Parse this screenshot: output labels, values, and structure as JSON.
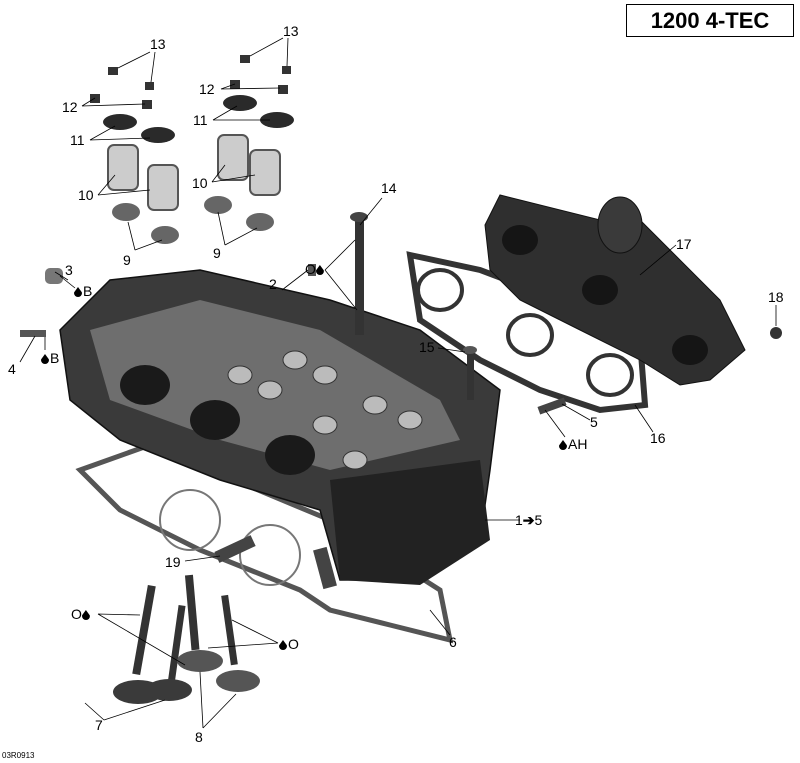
{
  "title": "1200 4-TEC",
  "reference": "03R0913",
  "icons": {
    "drop": "oil-drop-icon",
    "arrow": "arrow-right-icon"
  },
  "colors": {
    "part_dark": "#2b2b2b",
    "part_mid": "#5a5a5a",
    "part_light": "#a8a8a8",
    "line": "#000000"
  },
  "callouts": {
    "c13a": "13",
    "c13b": "13",
    "c12a": "12",
    "c12b": "12",
    "c11a": "11",
    "c11b": "11",
    "c10a": "10",
    "c10b": "10",
    "c9a": "9",
    "c9b": "9",
    "c3": "3",
    "c3_note": "B",
    "c4": "4",
    "c4_note": "B",
    "c2": "2",
    "c14": "14",
    "c14_note": "O",
    "c17": "17",
    "c18": "18",
    "c15": "15",
    "c5": "5",
    "c5_note": "AH",
    "c16": "16",
    "c1_5_from": "1",
    "c1_5_to": "5",
    "c19": "19",
    "c6": "6",
    "c7_note": "O",
    "c8_note": "O",
    "c7": "7",
    "c8": "8"
  }
}
